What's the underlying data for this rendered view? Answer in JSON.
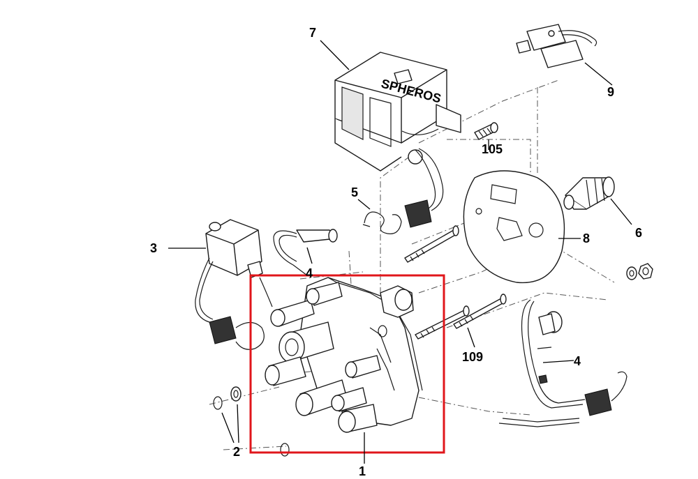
{
  "labels": {
    "l1": "1",
    "l2": "2",
    "l3": "3",
    "l4a": "4",
    "l4b": "4",
    "l5": "5",
    "l6": "6",
    "l7": "7",
    "l8": "8",
    "l9": "9",
    "l105": "105",
    "l109": "109"
  },
  "brand_text": "SPHEROS",
  "highlight_color": "#e0161b"
}
